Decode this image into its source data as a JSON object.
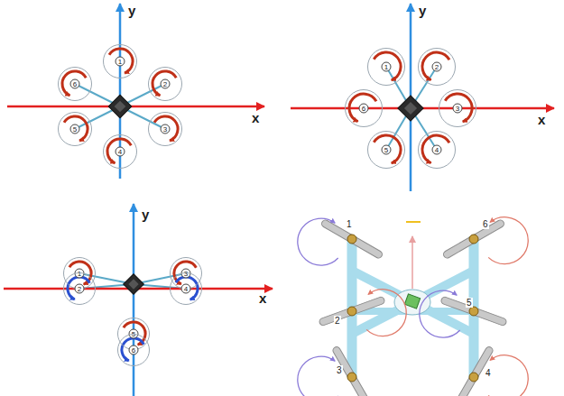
{
  "diagram": {
    "nodes": [
      {
        "text": [
          "1"
        ]
      },
      {
        "text": [
          "2"
        ]
      },
      {
        "text": [
          "3"
        ]
      },
      {
        "text": [
          "4"
        ]
      },
      {
        "text": [
          "5"
        ]
      },
      {
        "text": [
          "6"
        ]
      },
      {
        "text": [
          "1"
        ]
      },
      {
        "text": [
          "2"
        ]
      },
      {
        "text": [
          "3"
        ]
      },
      {
        "text": [
          "4"
        ]
      },
      {
        "text": [
          "5"
        ]
      },
      {
        "text": [
          "6"
        ]
      },
      {
        "text": [
          "1"
        ]
      },
      {
        "text": [
          "2"
        ]
      },
      {
        "text": [
          "3"
        ]
      },
      {
        "text": [
          "4"
        ]
      },
      {
        "text": [
          "5"
        ]
      },
      {
        "text": [
          "6"
        ]
      }
    ],
    "labels": [
      "y",
      "x",
      "y",
      "x",
      "y",
      "x",
      "1",
      "6",
      "2",
      "5",
      "3",
      "4"
    ]
  }
}
